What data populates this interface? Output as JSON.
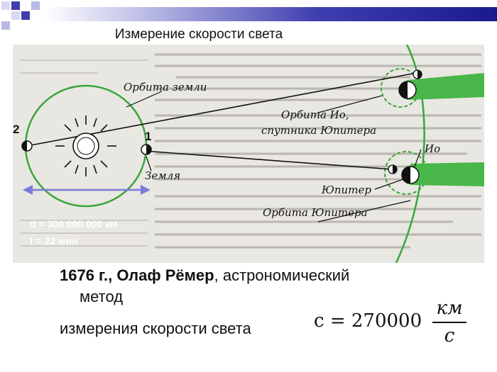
{
  "slide": {
    "title": "Измерение скорости света",
    "caption_year_author": "1676 г., Олаф Рёмер",
    "caption_method_part1": ", астрономический",
    "caption_method_part2": "метод",
    "caption_line2": "измерения скорости света"
  },
  "diagram": {
    "labels": {
      "earth_orbit": "Орбита земли",
      "io_orbit_line1": "Орбита Ио,",
      "io_orbit_line2": "спутника Юпитера",
      "io": "Ио",
      "jupiter": "Юпитер",
      "jupiter_orbit": "Орбита Юпитера",
      "earth": "Земля",
      "point_1": "1",
      "point_2": "2"
    },
    "overlay": {
      "distance": "d = 300 000 000 км",
      "time": "t = 22 мин"
    }
  },
  "formula": {
    "lhs": "c = 270000",
    "numerator": "км",
    "denominator": "с"
  },
  "colors": {
    "title_bar": "#2a2a9a",
    "orbit_green": "#3aa63a",
    "jupiter_shadow": "#49b649",
    "arrow": "#7a7ad8",
    "overlay_text": "#ffffff"
  }
}
